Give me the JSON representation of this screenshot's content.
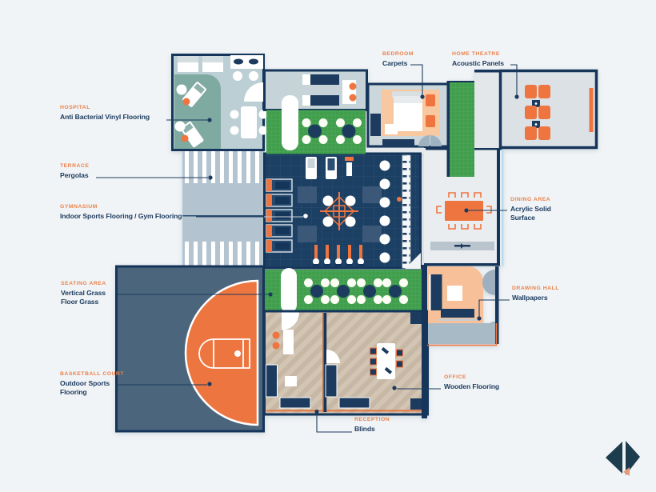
{
  "palette": {
    "background": "#f1f4f6",
    "wall_navy": "#16365a",
    "text_navy": "#1b3a5e",
    "label_orange": "#e9824d",
    "accent_orange": "#ee7540",
    "green": "#3f9e4e",
    "gym_navy": "#1d4064",
    "court_slate": "#4b657b",
    "teal": "#7faaa2",
    "peach_room": "#f8c098",
    "wood": "#d2c5b3",
    "terrace_gray": "#b4c3d0"
  },
  "logo_icon": "split-diamond-logo",
  "callouts": [
    {
      "room": "HOSPITAL",
      "lines": [
        "Anti Bacterial Vinyl Flooring"
      ]
    },
    {
      "room": "TERRACE",
      "lines": [
        "Pergolas"
      ]
    },
    {
      "room": "GYMNASIUM",
      "lines": [
        "Indoor Sports Flooring / Gym Flooring"
      ]
    },
    {
      "room": "SEATING AREA",
      "lines": [
        "Vertical Grass",
        "Floor Grass"
      ]
    },
    {
      "room": "BASKETBALL COURT",
      "lines": [
        "Outdoor Sports",
        "Flooring"
      ]
    },
    {
      "room": "BEDROOM",
      "lines": [
        "Carpets"
      ]
    },
    {
      "room": "HOME THEATRE",
      "lines": [
        "Acoustic Panels"
      ]
    },
    {
      "room": "DINING AREA",
      "lines": [
        "Acrylic Solid",
        "Surface"
      ]
    },
    {
      "room": "DRAWING HALL",
      "lines": [
        "Wallpapers"
      ]
    },
    {
      "room": "OFFICE",
      "lines": [
        "Wooden Flooring"
      ]
    },
    {
      "room": "RECEPTION",
      "lines": [
        "Blinds"
      ]
    }
  ]
}
